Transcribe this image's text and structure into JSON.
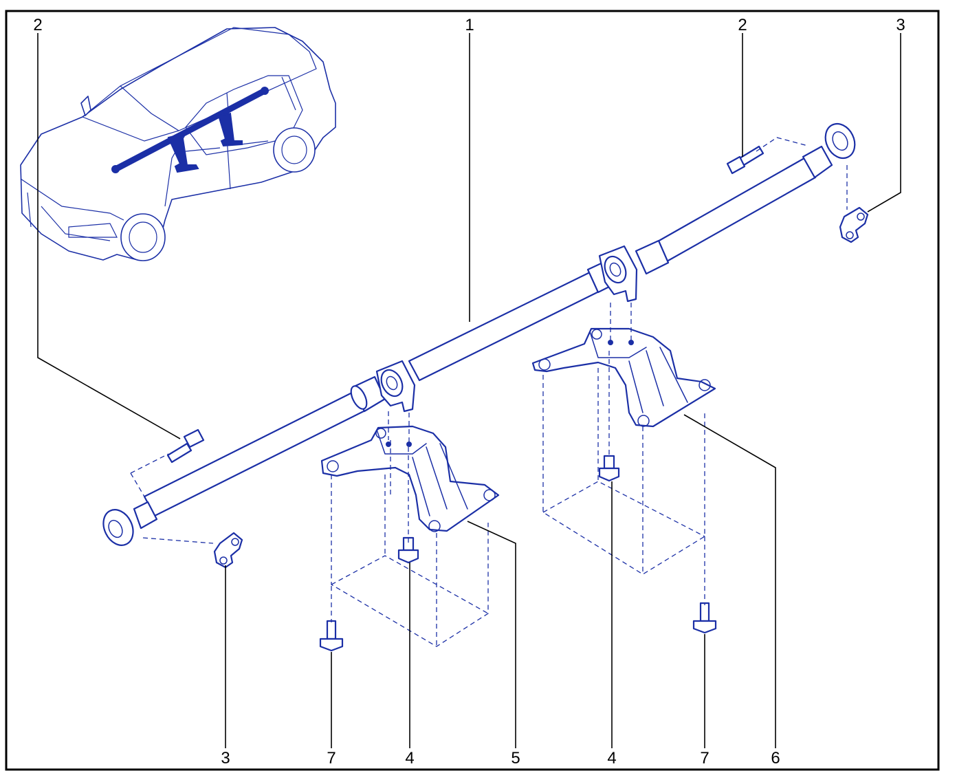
{
  "colors": {
    "line": "#1b2fa6",
    "frame": "#000000",
    "background": "#ffffff"
  },
  "callouts": [
    {
      "id": "c2-top-left",
      "label": "2"
    },
    {
      "id": "c1-top",
      "label": "1"
    },
    {
      "id": "c2-top-right",
      "label": "2"
    },
    {
      "id": "c3-top-right",
      "label": "3"
    },
    {
      "id": "c3-bottom",
      "label": "3"
    },
    {
      "id": "c7-bottom-left",
      "label": "7"
    },
    {
      "id": "c4-bottom-left",
      "label": "4"
    },
    {
      "id": "c5-bottom",
      "label": "5"
    },
    {
      "id": "c4-bottom-right",
      "label": "4"
    },
    {
      "id": "c7-bottom-right",
      "label": "7"
    },
    {
      "id": "c6-bottom",
      "label": "6"
    }
  ]
}
